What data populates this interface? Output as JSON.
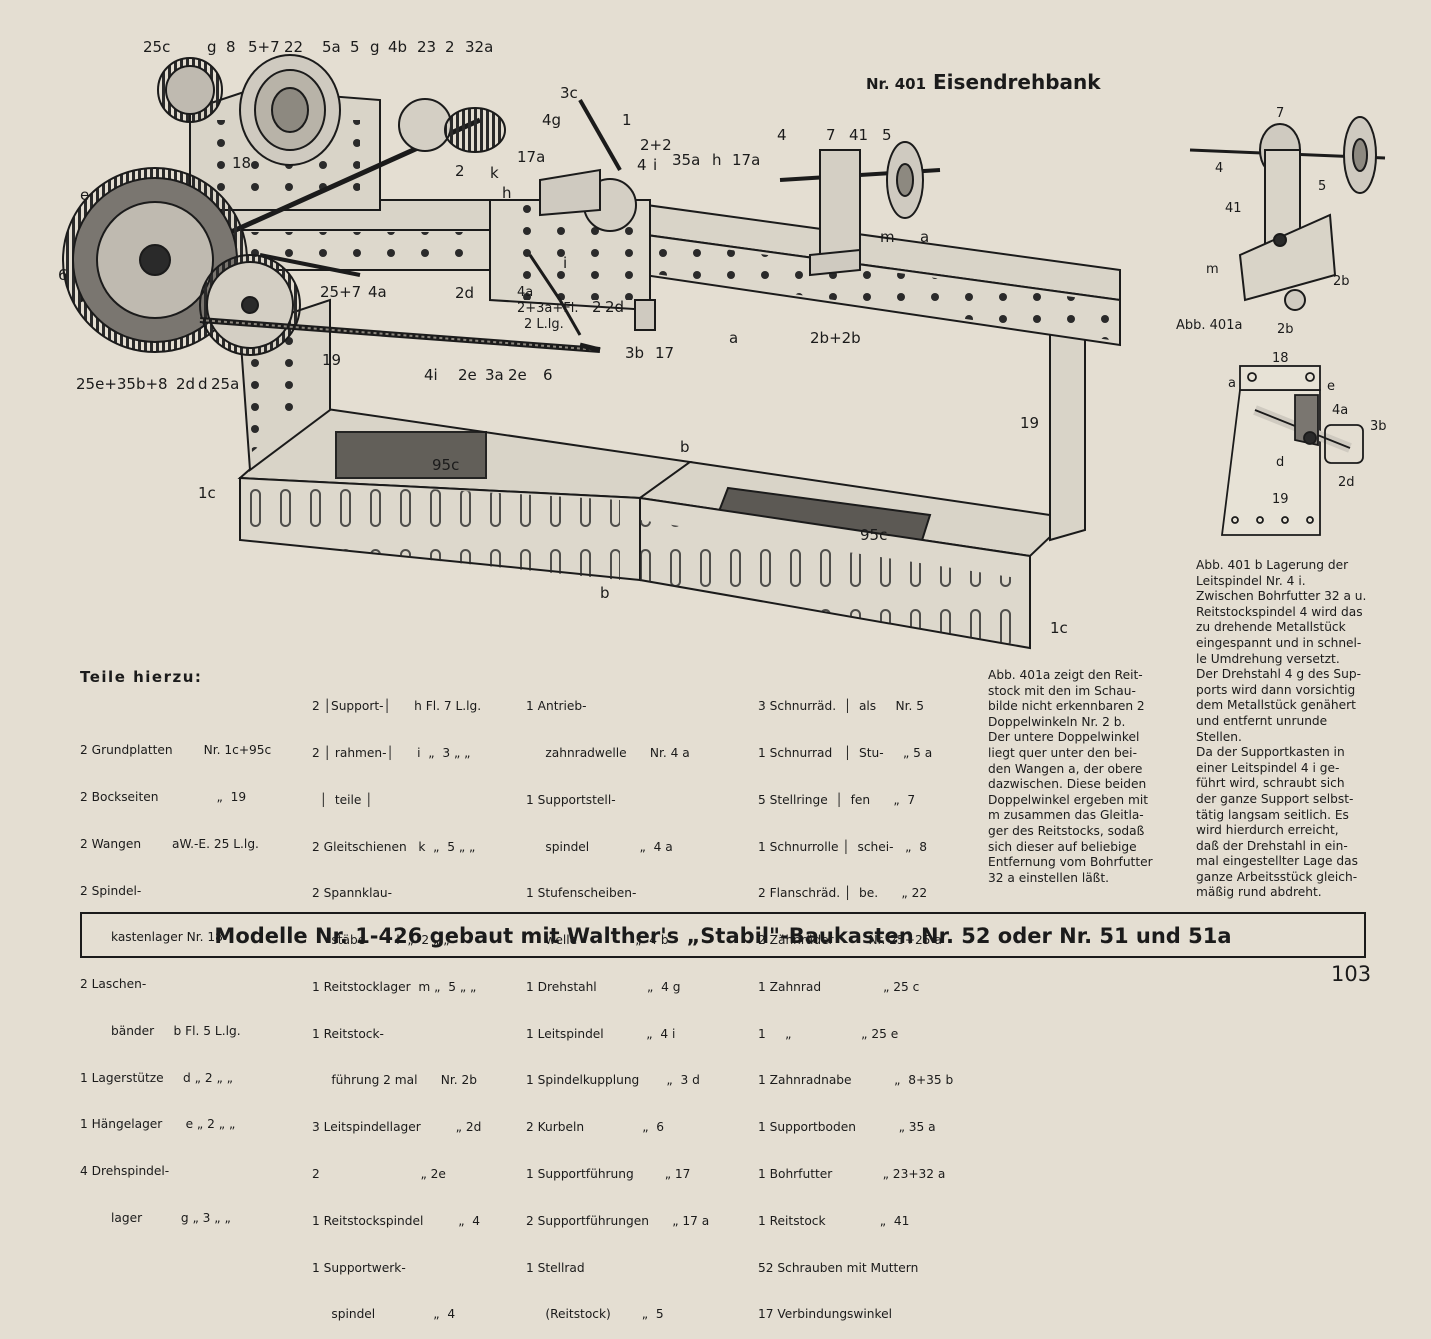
{
  "header": {
    "model_number": "Nr. 401",
    "model_name": "Eisendrehbank"
  },
  "figure_labels": {
    "main": [
      "25c",
      "g",
      "8",
      "5+7",
      "22",
      "5a",
      "5",
      "g",
      "4b",
      "23",
      "2",
      "32a",
      "18",
      "3c",
      "4g",
      "1",
      "2+2",
      "17a",
      "4",
      "i",
      "35a",
      "h",
      "17a",
      "4",
      "7",
      "41",
      "5",
      "e",
      "k",
      "h",
      "2d",
      "i",
      "4a",
      "2+3a+Fl.",
      "2 L.lg.",
      "2",
      "2d",
      "m",
      "a",
      "6",
      "25+7",
      "4a",
      "4i",
      "2e",
      "3a",
      "2e",
      "6",
      "3b",
      "17",
      "a",
      "2b+2b",
      "25e+35b+8",
      "2d",
      "d",
      "25a",
      "19",
      "19",
      "1c",
      "95c",
      "b",
      "95c",
      "b",
      "1c",
      "2"
    ],
    "abb401a": [
      "7",
      "4",
      "41",
      "5",
      "m",
      "2b",
      "2b",
      "Abb. 401a"
    ],
    "abb401b": [
      "a",
      "18",
      "e",
      "4a",
      "3b",
      "d",
      "2d",
      "19"
    ]
  },
  "parts": {
    "heading": "Teile hierzu:",
    "col1": [
      "2 Grundplatten        Nr. 1c+95c",
      "2 Bockseiten               „  19",
      "2 Wangen        aW.-E. 25 L.lg.",
      "2 Spindel-",
      "        kastenlager Nr. 18",
      "2 Laschen-",
      "        bänder     b Fl. 5 L.lg.",
      "1 Lagerstütze     d „ 2 „ „",
      "1 Hängelager      e „ 2 „ „",
      "4 Drehspindel-",
      "        lager          g „ 3 „ „"
    ],
    "col2": [
      "2 │Support-│      h Fl. 7 L.lg.",
      "2 │ rahmen-│      i  „  3 „ „",
      "  │  teile │",
      "2 Gleitschienen   k  „  5 „ „",
      "2 Spannklau-",
      "     stäbe        l  „  2 „ „",
      "1 Reitstocklager  m „  5 „ „",
      "1 Reitstock-",
      "     führung 2 mal      Nr. 2b",
      "3 Leitspindellager         „ 2d",
      "2                          „ 2e",
      "1 Reitstockspindel         „  4",
      "1 Supportwerk-",
      "     spindel               „  4"
    ],
    "col3": [
      "1 Antrieb-",
      "     zahnradwelle      Nr. 4 a",
      "1 Supportstell-",
      "     spindel             „  4 a",
      "1 Stufenscheiben-",
      "     welle               „  4 b",
      "1 Drehstahl             „  4 g",
      "1 Leitspindel           „  4 i",
      "1 Spindelkupplung       „  3 d",
      "2 Kurbeln               „  6",
      "1 Supportführung        „ 17",
      "2 Supportführungen      „ 17 a",
      "1 Stellrad",
      "     (Reitstock)        „  5"
    ],
    "col4": [
      "3 Schnurräd.  │  als     Nr. 5",
      "1 Schnurrad   │  Stu-     „ 5 a",
      "5 Stellringe  │  fen      „  7",
      "1 Schnurrolle │  schei-   „  8",
      "2 Flanschräd. │  be.      „ 22",
      "2 Zähnräder         Nr. 25+25 a",
      "1 Zahnrad                „ 25 c",
      "1     „                  „ 25 e",
      "1 Zahnradnabe           „  8+35 b",
      "1 Supportboden           „ 35 a",
      "1 Bohrfutter             „ 23+32 a",
      "1 Reitstock              „  41",
      "52 Schrauben mit Muttern",
      "17 Verbindungswinkel"
    ]
  },
  "captions": {
    "abb401a_text": [
      "Abb. 401a zeigt den Reit-",
      "stock mit den im Schau-",
      "bilde nicht erkennbaren 2",
      "Doppelwinkeln Nr. 2 b.",
      "Der untere Doppelwinkel",
      "liegt quer unter den bei-",
      "den Wangen a, der obere",
      "dazwischen. Diese beiden",
      "Doppelwinkel ergeben mit",
      "m zusammen das Gleitla-",
      "ger des Reitstocks, sodaß",
      "sich dieser auf beliebige",
      "Entfernung vom Bohrfutter",
      "32 a einstellen läßt."
    ],
    "abb401b_text": [
      "Abb. 401 b Lagerung der",
      "Leitspindel Nr. 4 i.",
      "Zwischen Bohrfutter 32 a u.",
      "Reitstockspindel 4 wird das",
      "zu drehende Metallstück",
      "eingespannt und in schnel-",
      "le Umdrehung versetzt.",
      "Der Drehstahl 4 g des Sup-",
      "ports wird dann vorsichtig",
      "dem Metallstück genähert",
      "und entfernt unrunde",
      "Stellen.",
      "Da der Supportkasten in",
      "einer Leitspindel 4 i ge-",
      "führt wird, schraubt sich",
      "der ganze Support selbst-",
      "tätig langsam seitlich. Es",
      "wird hierdurch erreicht,",
      "daß der Drehstahl in ein-",
      "mal eingestellter Lage das",
      "ganze Arbeitsstück gleich-",
      "mäßig rund abdreht."
    ]
  },
  "footer": {
    "banner": "Modelle Nr. 1-426 gebaut mit Walther's „Stabil\"-Baukasten Nr. 52 oder Nr. 51 und 51a",
    "page_number": "103"
  },
  "colors": {
    "paper": "#e4ded2",
    "ink": "#1b1b1b",
    "metal_light": "#ddd8cc",
    "metal_dark": "#55524c"
  }
}
